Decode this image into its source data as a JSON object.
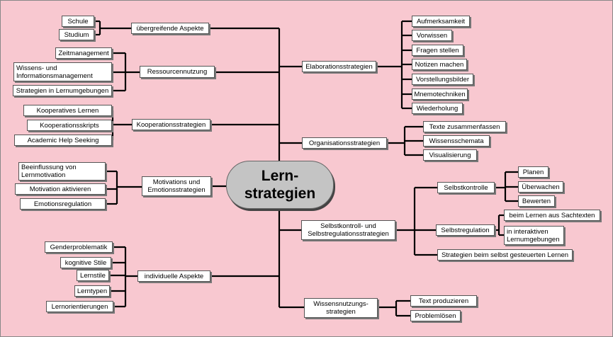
{
  "center": "Lern-\nstrategien",
  "left": {
    "uebergreifend": {
      "label": "übergreifende Aspekte",
      "items": [
        "Schule",
        "Studium"
      ]
    },
    "ressourcen": {
      "label": "Ressourcennutzung",
      "items": [
        "Zeitmanagement",
        "Wissens- und\nInformationsmanagement",
        "Strategien in Lernumgebungen"
      ]
    },
    "kooperation": {
      "label": "Kooperationsstrategien",
      "items": [
        "Kooperatives Lernen",
        "Kooperationsskripts",
        "Academic Help Seeking"
      ]
    },
    "motivation": {
      "label": "Motivations und\nEmotionsstrategien",
      "items": [
        "Beeinflussung von\nLernmotivation",
        "Motivation aktivieren",
        "Emotionsregulation"
      ]
    },
    "individuell": {
      "label": "individuelle Aspekte",
      "items": [
        "Genderproblematik",
        "kognitive Stile",
        "Lernstile",
        "Lerntypen",
        "Lernorientierungen"
      ]
    }
  },
  "right": {
    "elaboration": {
      "label": "Elaborationsstrategien",
      "items": [
        "Aufmerksamkeit",
        "Vorwissen",
        "Fragen stellen",
        "Notizen machen",
        "Vorstellungsbilder",
        "Mnemotechniken",
        "Wiederholung"
      ]
    },
    "organisation": {
      "label": "Organisationsstrategien",
      "items": [
        "Texte zusammenfassen",
        "Wissensschemata",
        "Visualisierung"
      ]
    },
    "selbst": {
      "label": "Selbstkontroll- und\nSelbstregulationsstrategien",
      "kontrolle": {
        "label": "Selbstkontrolle",
        "items": [
          "Planen",
          "Überwachen",
          "Bewerten"
        ]
      },
      "regulation": {
        "label": "Selbstregulation",
        "items": [
          "beim Lernen aus Sachtexten",
          "in interaktiven\nLernumgebungen"
        ]
      },
      "gesteuert": "Strategien beim selbst gesteuerten Lernen"
    },
    "wissensnutzung": {
      "label": "Wissensnutzungs-\nstrategien",
      "items": [
        "Text produzieren",
        "Problemlösen"
      ]
    }
  }
}
